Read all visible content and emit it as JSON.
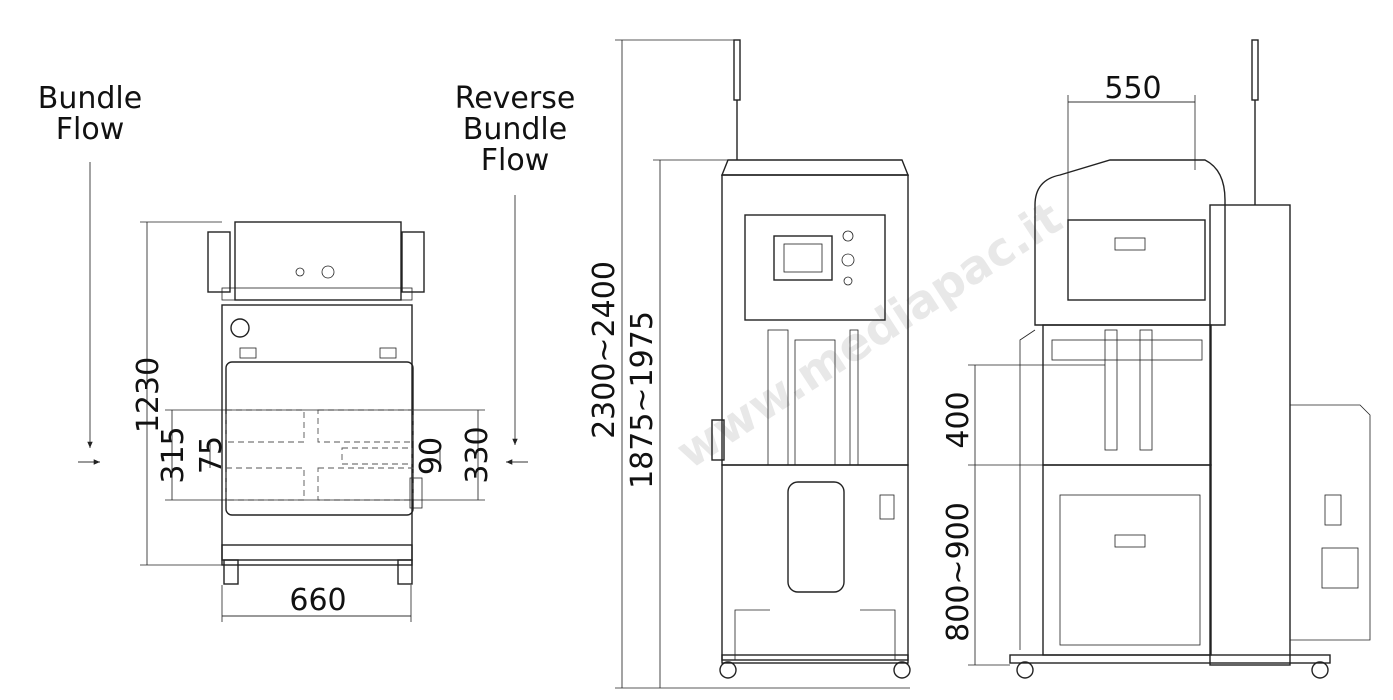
{
  "watermark": "www.mediapac.it",
  "labels": {
    "bundle_flow_line1": "Bundle",
    "bundle_flow_line2": "Flow",
    "reverse_line1": "Reverse",
    "reverse_line2": "Bundle",
    "reverse_line3": "Flow"
  },
  "dimensions": {
    "top_view_length": "1230",
    "top_view_315": "315",
    "top_view_75": "75",
    "top_view_90": "90",
    "top_view_330": "330",
    "top_view_width": "660",
    "front_total_height": "2300~2400",
    "front_body_height": "1875~1975",
    "side_head_width": "550",
    "side_arch_height": "400",
    "side_table_height": "800~900"
  }
}
